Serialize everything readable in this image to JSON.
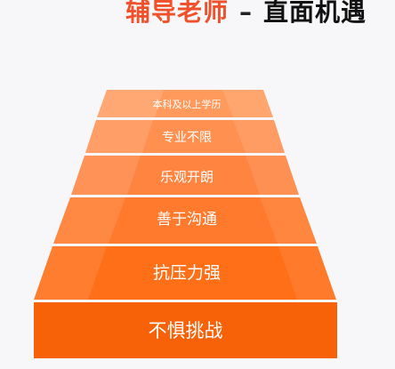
{
  "header": {
    "title_accent": "辅导老师",
    "title_dash": "–",
    "title_rest": "直面机遇"
  },
  "pyramid": {
    "levels": [
      {
        "label": "本科及以上学历",
        "color": "#ff9a5c"
      },
      {
        "label": "专业不限",
        "color": "#ff9050"
      },
      {
        "label": "乐观开朗",
        "color": "#ff8440"
      },
      {
        "label": "善于沟通",
        "color": "#ff7a2c"
      },
      {
        "label": "抗压力强",
        "color": "#ff6f18"
      },
      {
        "label": "不惧挑战",
        "color": "#ff6508"
      }
    ]
  }
}
